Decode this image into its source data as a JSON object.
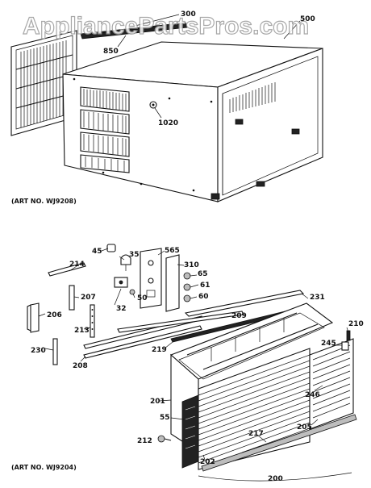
{
  "watermark": "AppliancePartsPros.com",
  "art_numbers": {
    "upper": "(ART NO. WJ9208)",
    "lower": "(ART NO. WJ9204)"
  },
  "callouts": {
    "c300": "300",
    "c500": "500",
    "c850": "850",
    "c1020": "1020",
    "c45": "45",
    "c35": "35",
    "c565": "565",
    "c310": "310",
    "c65": "65",
    "c61": "61",
    "c50": "50",
    "c60": "60",
    "c32": "32",
    "c214": "214",
    "c207": "207",
    "c206": "206",
    "c213": "213",
    "c230": "230",
    "c208": "208",
    "c209": "209",
    "c219": "219",
    "c231": "231",
    "c210": "210",
    "c245": "245",
    "c246": "246",
    "c201": "201",
    "c55": "55",
    "c205": "205",
    "c212": "212",
    "c217": "217",
    "c202": "202",
    "c200": "200"
  }
}
